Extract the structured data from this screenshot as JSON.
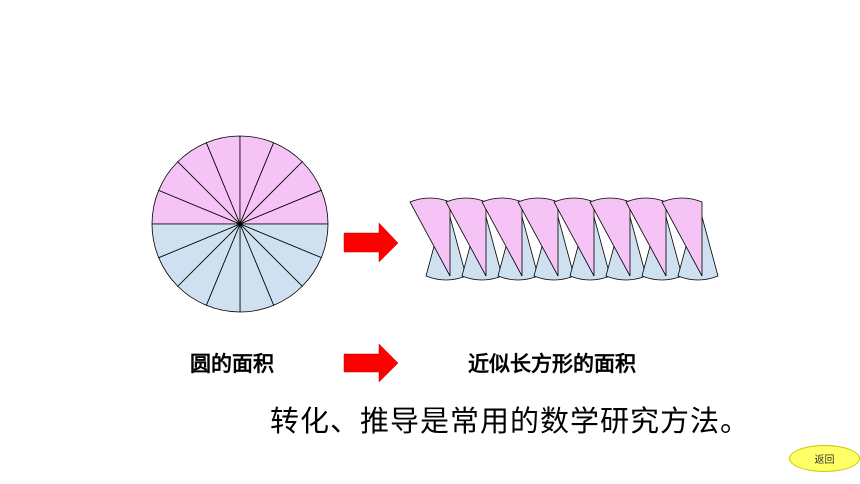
{
  "labels": {
    "circle_area": "圆的面积",
    "rect_area": "近似长方形的面积",
    "conclusion": "转化、推导是常用的数学研究方法。",
    "return_button": "返回"
  },
  "diagram": {
    "sector_count": 16,
    "colors": {
      "pink": "#f5c3f5",
      "blue": "#cfe0f0",
      "stroke": "#000000",
      "arrow": "#ff0000",
      "button": "#ffff66"
    }
  }
}
